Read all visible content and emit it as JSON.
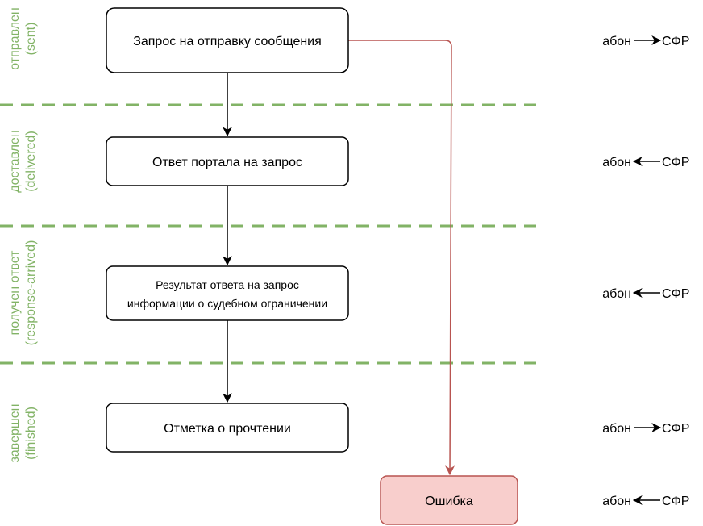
{
  "colors": {
    "lane_divider": "#82b366",
    "lane_label": "#82b366",
    "box_stroke": "#000000",
    "box_fill": "#ffffff",
    "error_fill": "#f8cecc",
    "error_stroke": "#b85450",
    "error_arrow": "#b85450",
    "flow_arrow": "#000000"
  },
  "lanes": [
    {
      "label": "отправлен",
      "sublabel": "(sent)"
    },
    {
      "label": "доставлен",
      "sublabel": "(delivered)"
    },
    {
      "label": "получен ответ",
      "sublabel": "(response-arrived)"
    },
    {
      "label": "завершен",
      "sublabel": "(finished)"
    }
  ],
  "boxes": [
    {
      "lines": [
        "Запрос на отправку сообщения"
      ]
    },
    {
      "lines": [
        "Ответ портала на запрос"
      ]
    },
    {
      "lines": [
        "Результат ответа на запрос",
        "информации о судебном ограничении"
      ]
    },
    {
      "lines": [
        "Отметка о прочтении"
      ]
    }
  ],
  "error_box": {
    "label": "Ошибка"
  },
  "directions": [
    {
      "left": "абон",
      "right": "СФР",
      "arrow": "right"
    },
    {
      "left": "абон",
      "right": "СФР",
      "arrow": "left"
    },
    {
      "left": "абон",
      "right": "СФР",
      "arrow": "left"
    },
    {
      "left": "абон",
      "right": "СФР",
      "arrow": "right"
    },
    {
      "left": "абон",
      "right": "СФР",
      "arrow": "left"
    }
  ]
}
